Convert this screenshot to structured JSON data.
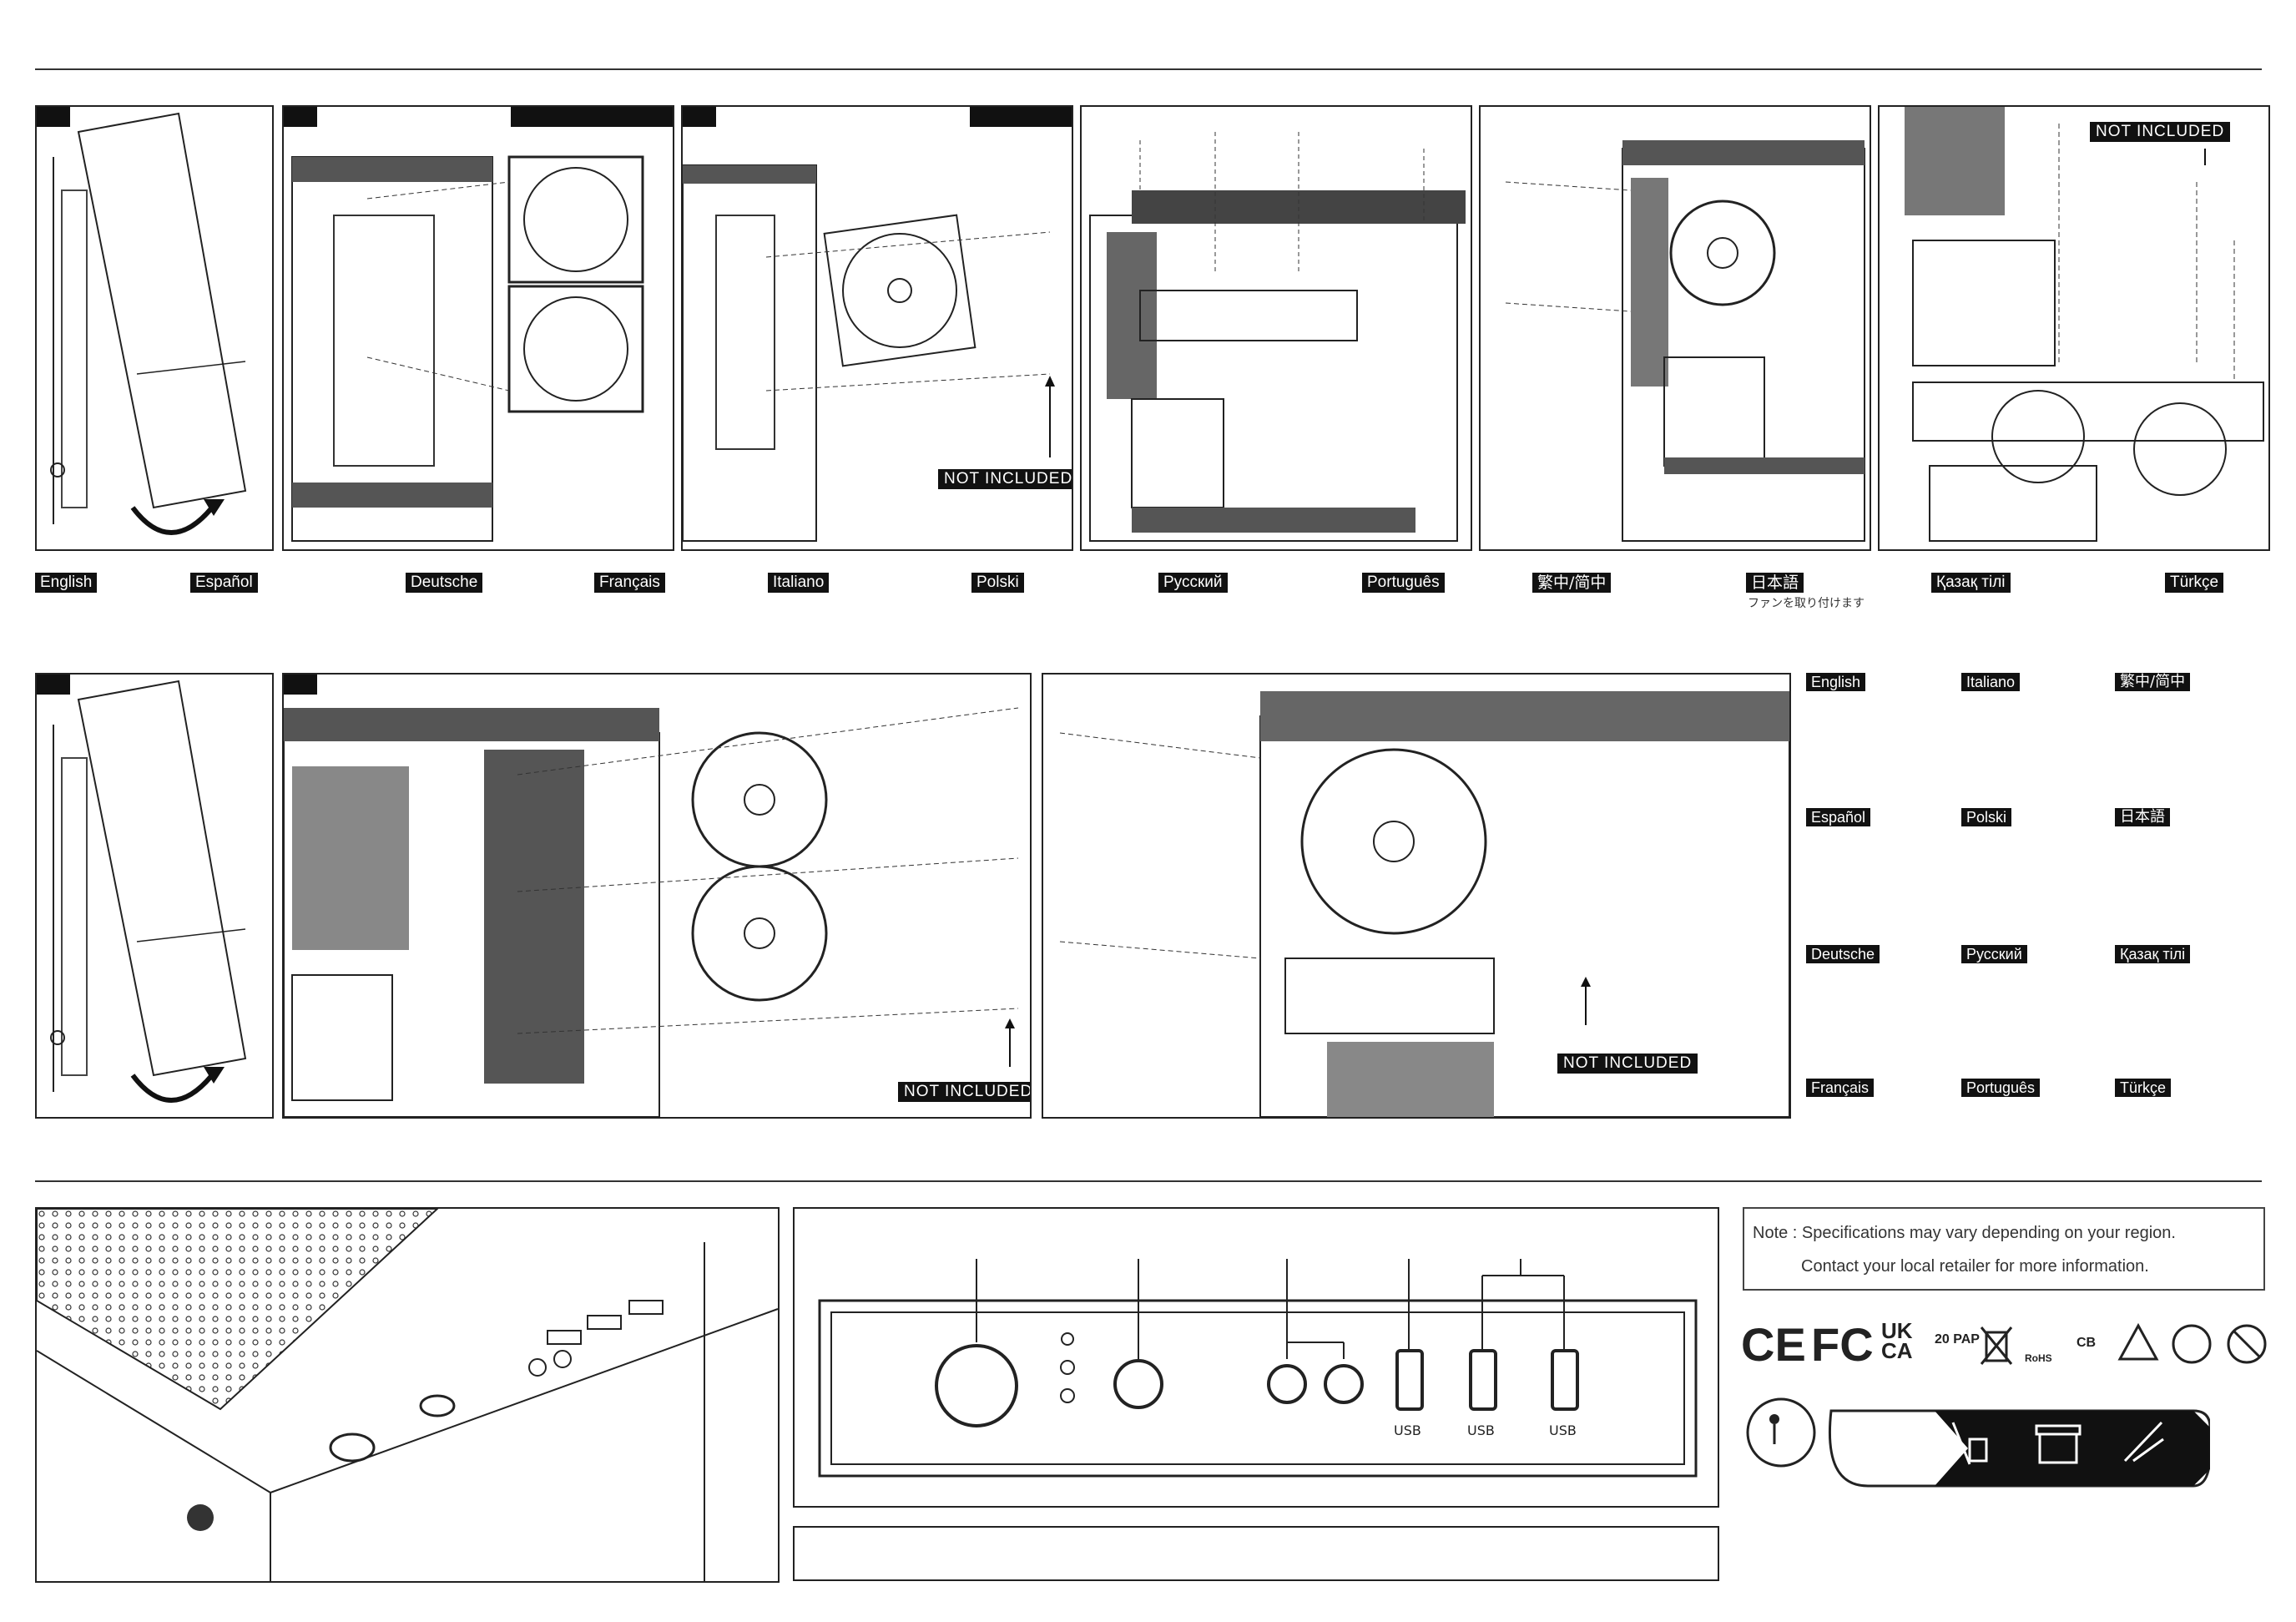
{
  "top_row_languages": [
    "English",
    "Español",
    "Deutsche",
    "Français",
    "Italiano",
    "Polski",
    "Русский",
    "Português",
    "繁中/简中",
    "日本語",
    "Қазақ тілі",
    "Türkçe"
  ],
  "japanese_note": "ファンを取り付けます",
  "not_included": "NOT INCLUDED",
  "side_languages": [
    [
      "English",
      "Italiano",
      "繁中/简中"
    ],
    [
      "Español",
      "Polski",
      "日本語"
    ],
    [
      "Deutsche",
      "Русский",
      "Қазақ тілі"
    ],
    [
      "Français",
      "Português",
      "Türkçe"
    ]
  ],
  "io_panel": {
    "usb_label": "USB"
  },
  "note": {
    "line1": "Note : Specifications may vary depending on your region.",
    "line2": "Contact your local retailer for more information."
  },
  "certifications": [
    "CE",
    "FC",
    "UK CA",
    "20 PAP",
    "RoHS",
    "CB"
  ],
  "icons": [
    "weee-bin-icon",
    "recycle-icon",
    "box-recycle-icon",
    "no-dumping-icon",
    "person-trash-icon",
    "cart-icon",
    "store-icon",
    "broom-icon"
  ],
  "colors": {
    "ink": "#111111",
    "line": "#222222",
    "bg": "#ffffff"
  }
}
